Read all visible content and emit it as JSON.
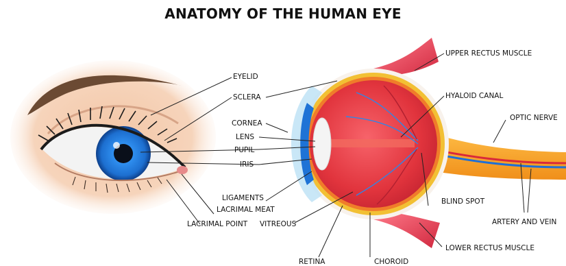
{
  "title": "ANATOMY OF THE HUMAN EYE",
  "labels": {
    "eyelid": "EYELID",
    "sclera": "SCLERA",
    "cornea": "CORNEA",
    "lens": "LENS",
    "pupil": "PUPIL",
    "iris": "IRIS",
    "ligaments": "LIGAMENTS",
    "lacrimal_meat": "LACRIMAL MEAT",
    "lacrimal_point": "LACRIMAL POINT",
    "vitreous": "VITREOUS",
    "retina": "RETINA",
    "choroid": "CHOROID",
    "upper_rectus": "UPPER RECTUS MUSCLE",
    "hyaloid_canal": "HYALOID CANAL",
    "optic_nerve": "OPTIC NERVE",
    "blind_spot": "BLIND SPOT",
    "artery_vein": "ARTERY AND VEIN",
    "lower_rectus": "LOWER RECTUS MUSCLE"
  },
  "colors": {
    "iris": "#1e7fe0",
    "eyeball": "#e8333b",
    "muscle": "#e83a55",
    "optic_nerve": "#f5a623",
    "sclera_ring": "#f2c034"
  }
}
